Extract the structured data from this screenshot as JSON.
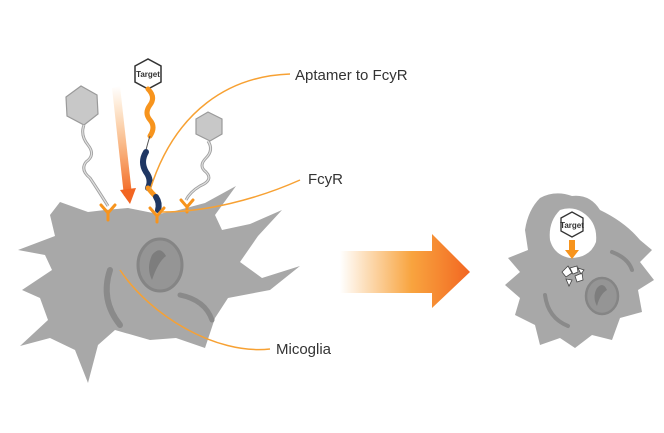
{
  "labels": {
    "aptamer": "Aptamer to FcyR",
    "receptor": "FcyR",
    "cell": "Micoglia"
  },
  "target_text": "Target",
  "colors": {
    "cell": "#a8a8a8",
    "cell_dark": "#8a8a8a",
    "nucleus": "#999999",
    "orange": "#f7941d",
    "navy": "#1f3763",
    "hexagon": "#c8c8c8"
  }
}
